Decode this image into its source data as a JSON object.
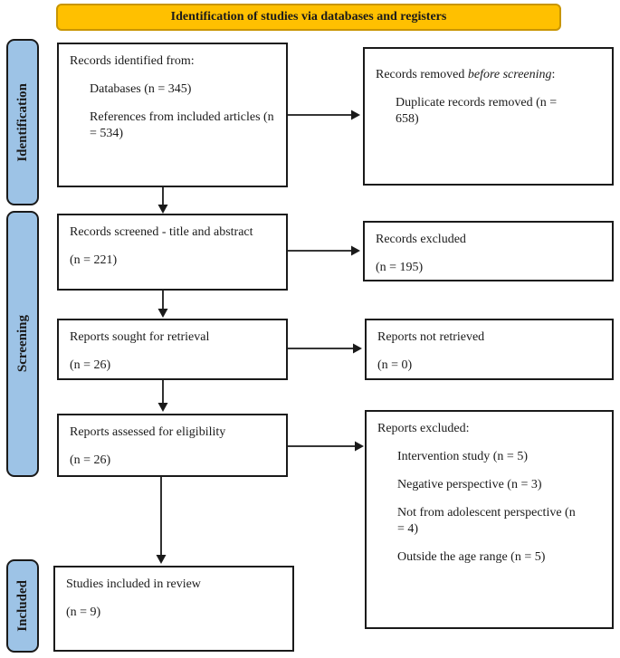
{
  "banner": {
    "label": "Identification of studies via databases and registers"
  },
  "stages": [
    {
      "label": "Identification"
    },
    {
      "label": "Screening"
    },
    {
      "label": "Included"
    }
  ],
  "boxes": {
    "identified": {
      "title": "Records identified from:",
      "items": [
        "Databases (n = 345)",
        "References from included articles (n = 534)"
      ]
    },
    "removed": {
      "title_prefix": "Records removed ",
      "title_italic": "before screening",
      "title_suffix": ":",
      "items": [
        "Duplicate records removed (n = 658)"
      ]
    },
    "screened": {
      "title": "Records screened - title and abstract",
      "count": "(n = 221)"
    },
    "records_excluded": {
      "title": "Records excluded",
      "count": "(n = 195)"
    },
    "sought": {
      "title": "Reports sought for retrieval",
      "count": "(n = 26)"
    },
    "not_retrieved": {
      "title": "Reports not retrieved",
      "count": "(n = 0)"
    },
    "assessed": {
      "title": "Reports assessed for eligibility",
      "count": "(n = 26)"
    },
    "reports_excluded": {
      "title": "Reports excluded:",
      "items": [
        "Intervention study (n = 5)",
        "Negative perspective (n = 3)",
        "Not from adolescent perspective (n = 4)",
        "Outside the age range (n = 5)"
      ]
    },
    "included": {
      "title": "Studies included in review",
      "count": "(n = 9)"
    }
  },
  "colors": {
    "banner_fill": "#FFC000",
    "banner_border": "#C89500",
    "stage_fill": "#9DC3E6",
    "stage_border": "#1a1a1a",
    "box_border": "#1a1a1a",
    "arrow_color": "#1a1a1a",
    "text_color": "#1a1a1a"
  }
}
